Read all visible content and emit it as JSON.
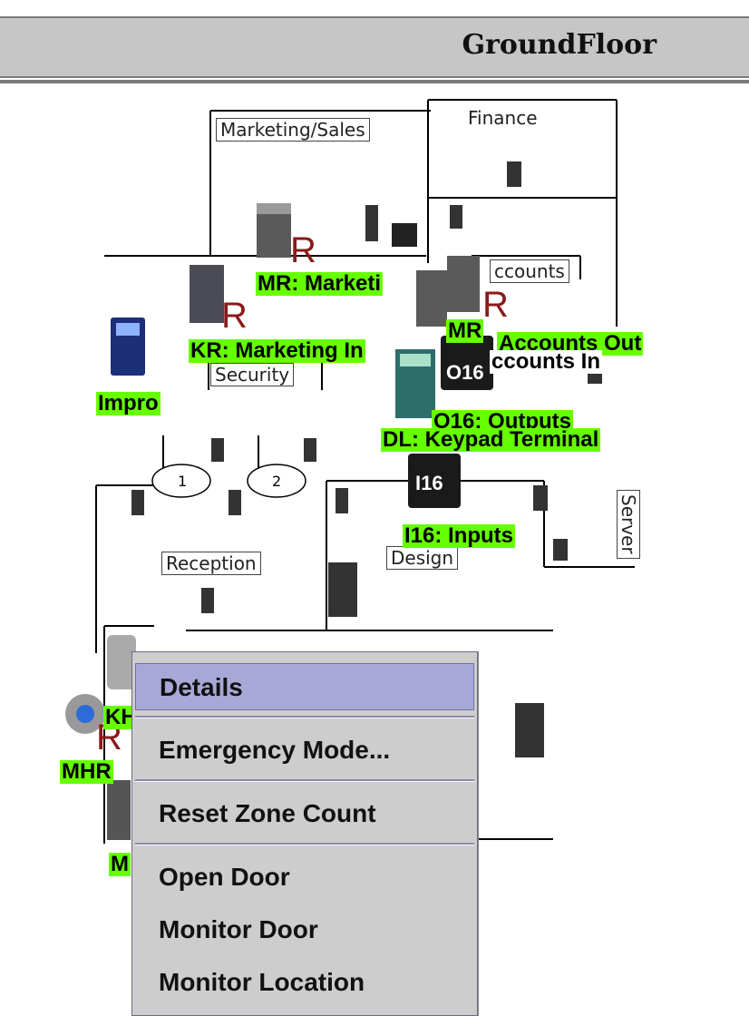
{
  "window": {
    "title": "GroundFloor"
  },
  "rooms": {
    "marketing_sales": "Marketing/Sales",
    "finance": "Finance",
    "accounts": "ccounts",
    "security": "Security",
    "reception": "Reception",
    "design": "Design",
    "server": "Server"
  },
  "device_labels": {
    "impro": "Impro",
    "mr_marketing": "MR: Marketi",
    "kr_marketing": "KR: Marketing In",
    "accounts_out": "Accounts Out",
    "accounts_in_prefix": "MR",
    "accounts_in": "ccounts In",
    "o16_outputs": "O16: Outputs",
    "dl_keypad": "DL: Keypad Terminal",
    "i16_inputs": "I16: Inputs",
    "kh_partial": "KH",
    "mhr_partial": "MHR",
    "m_partial": "M"
  },
  "device_chips": {
    "o16": "O16",
    "i16": "I16"
  },
  "reader_marks": [
    "R",
    "R",
    "R",
    "R"
  ],
  "context_menu": {
    "items": [
      "Details",
      "Emergency Mode...",
      "Reset Zone Count",
      "Open Door",
      "Monitor Door",
      "Monitor Location"
    ],
    "selected": "Details"
  }
}
